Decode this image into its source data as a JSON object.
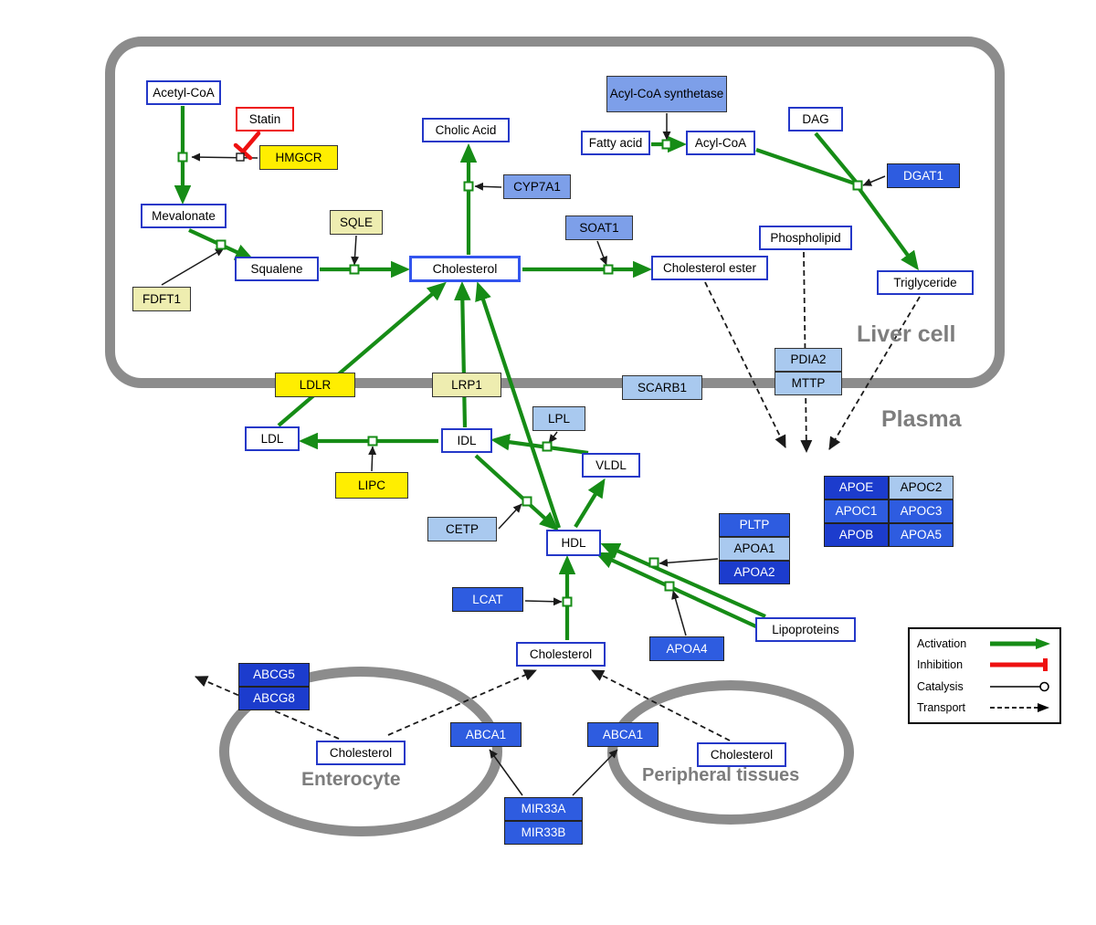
{
  "regions": {
    "liver_cell": "Liver cell",
    "plasma": "Plasma",
    "enterocyte": "Enterocyte",
    "peripheral_tissues": "Peripheral tissues"
  },
  "legend": {
    "activation": "Activation",
    "inhibition": "Inhibition",
    "catalysis": "Catalysis",
    "transport": "Transport"
  },
  "colors": {
    "activation_green": "#168c16",
    "inhibition_red": "#ee1111",
    "membrane_gray": "#8c8c8c",
    "metabolite_border_blue": "#2438c8",
    "gene_yellow": "#ffee00"
  },
  "nodes": {
    "acetyl_coa": {
      "label": "Acetyl-CoA"
    },
    "statin": {
      "label": "Statin"
    },
    "hmgcr": {
      "label": "HMGCR"
    },
    "mevalonate": {
      "label": "Mevalonate"
    },
    "fdft1": {
      "label": "FDFT1"
    },
    "squalene": {
      "label": "Squalene"
    },
    "sqle": {
      "label": "SQLE"
    },
    "cholesterol": {
      "label": "Cholesterol"
    },
    "cholic_acid": {
      "label": "Cholic Acid"
    },
    "cyp7a1": {
      "label": "CYP7A1"
    },
    "soat1": {
      "label": "SOAT1"
    },
    "cholesterol_ester": {
      "label": "Cholesterol ester"
    },
    "acyl_coa_synthetase": {
      "label": "Acyl-CoA synthetase"
    },
    "fatty_acid": {
      "label": "Fatty acid"
    },
    "acyl_coa": {
      "label": "Acyl-CoA"
    },
    "dag": {
      "label": "DAG"
    },
    "dgat1": {
      "label": "DGAT1"
    },
    "phospholipid": {
      "label": "Phospholipid"
    },
    "triglyceride": {
      "label": "Triglyceride"
    },
    "pdia2": {
      "label": "PDIA2"
    },
    "mttp": {
      "label": "MTTP"
    },
    "ldlr": {
      "label": "LDLR"
    },
    "lrp1": {
      "label": "LRP1"
    },
    "scarb1": {
      "label": "SCARB1"
    },
    "ldl": {
      "label": "LDL"
    },
    "idl": {
      "label": "IDL"
    },
    "lpl": {
      "label": "LPL"
    },
    "vldl": {
      "label": "VLDL"
    },
    "lipc": {
      "label": "LIPC"
    },
    "cetp": {
      "label": "CETP"
    },
    "hdl": {
      "label": "HDL"
    },
    "pltp": {
      "label": "PLTP"
    },
    "apoa1": {
      "label": "APOA1"
    },
    "apoa2": {
      "label": "APOA2"
    },
    "apoe": {
      "label": "APOE"
    },
    "apoc2": {
      "label": "APOC2"
    },
    "apoc1": {
      "label": "APOC1"
    },
    "apoc3": {
      "label": "APOC3"
    },
    "apob": {
      "label": "APOB"
    },
    "apoa5": {
      "label": "APOA5"
    },
    "lcat": {
      "label": "LCAT"
    },
    "apoa4": {
      "label": "APOA4"
    },
    "lipoproteins": {
      "label": "Lipoproteins"
    },
    "cholesterol_plasma": {
      "label": "Cholesterol"
    },
    "abcg5": {
      "label": "ABCG5"
    },
    "abcg8": {
      "label": "ABCG8"
    },
    "cholesterol_enterocyte": {
      "label": "Cholesterol"
    },
    "abca1_enterocyte": {
      "label": "ABCA1"
    },
    "abca1_peripheral": {
      "label": "ABCA1"
    },
    "cholesterol_peripheral": {
      "label": "Cholesterol"
    },
    "mir33a": {
      "label": "MIR33A"
    },
    "mir33b": {
      "label": "MIR33B"
    }
  }
}
